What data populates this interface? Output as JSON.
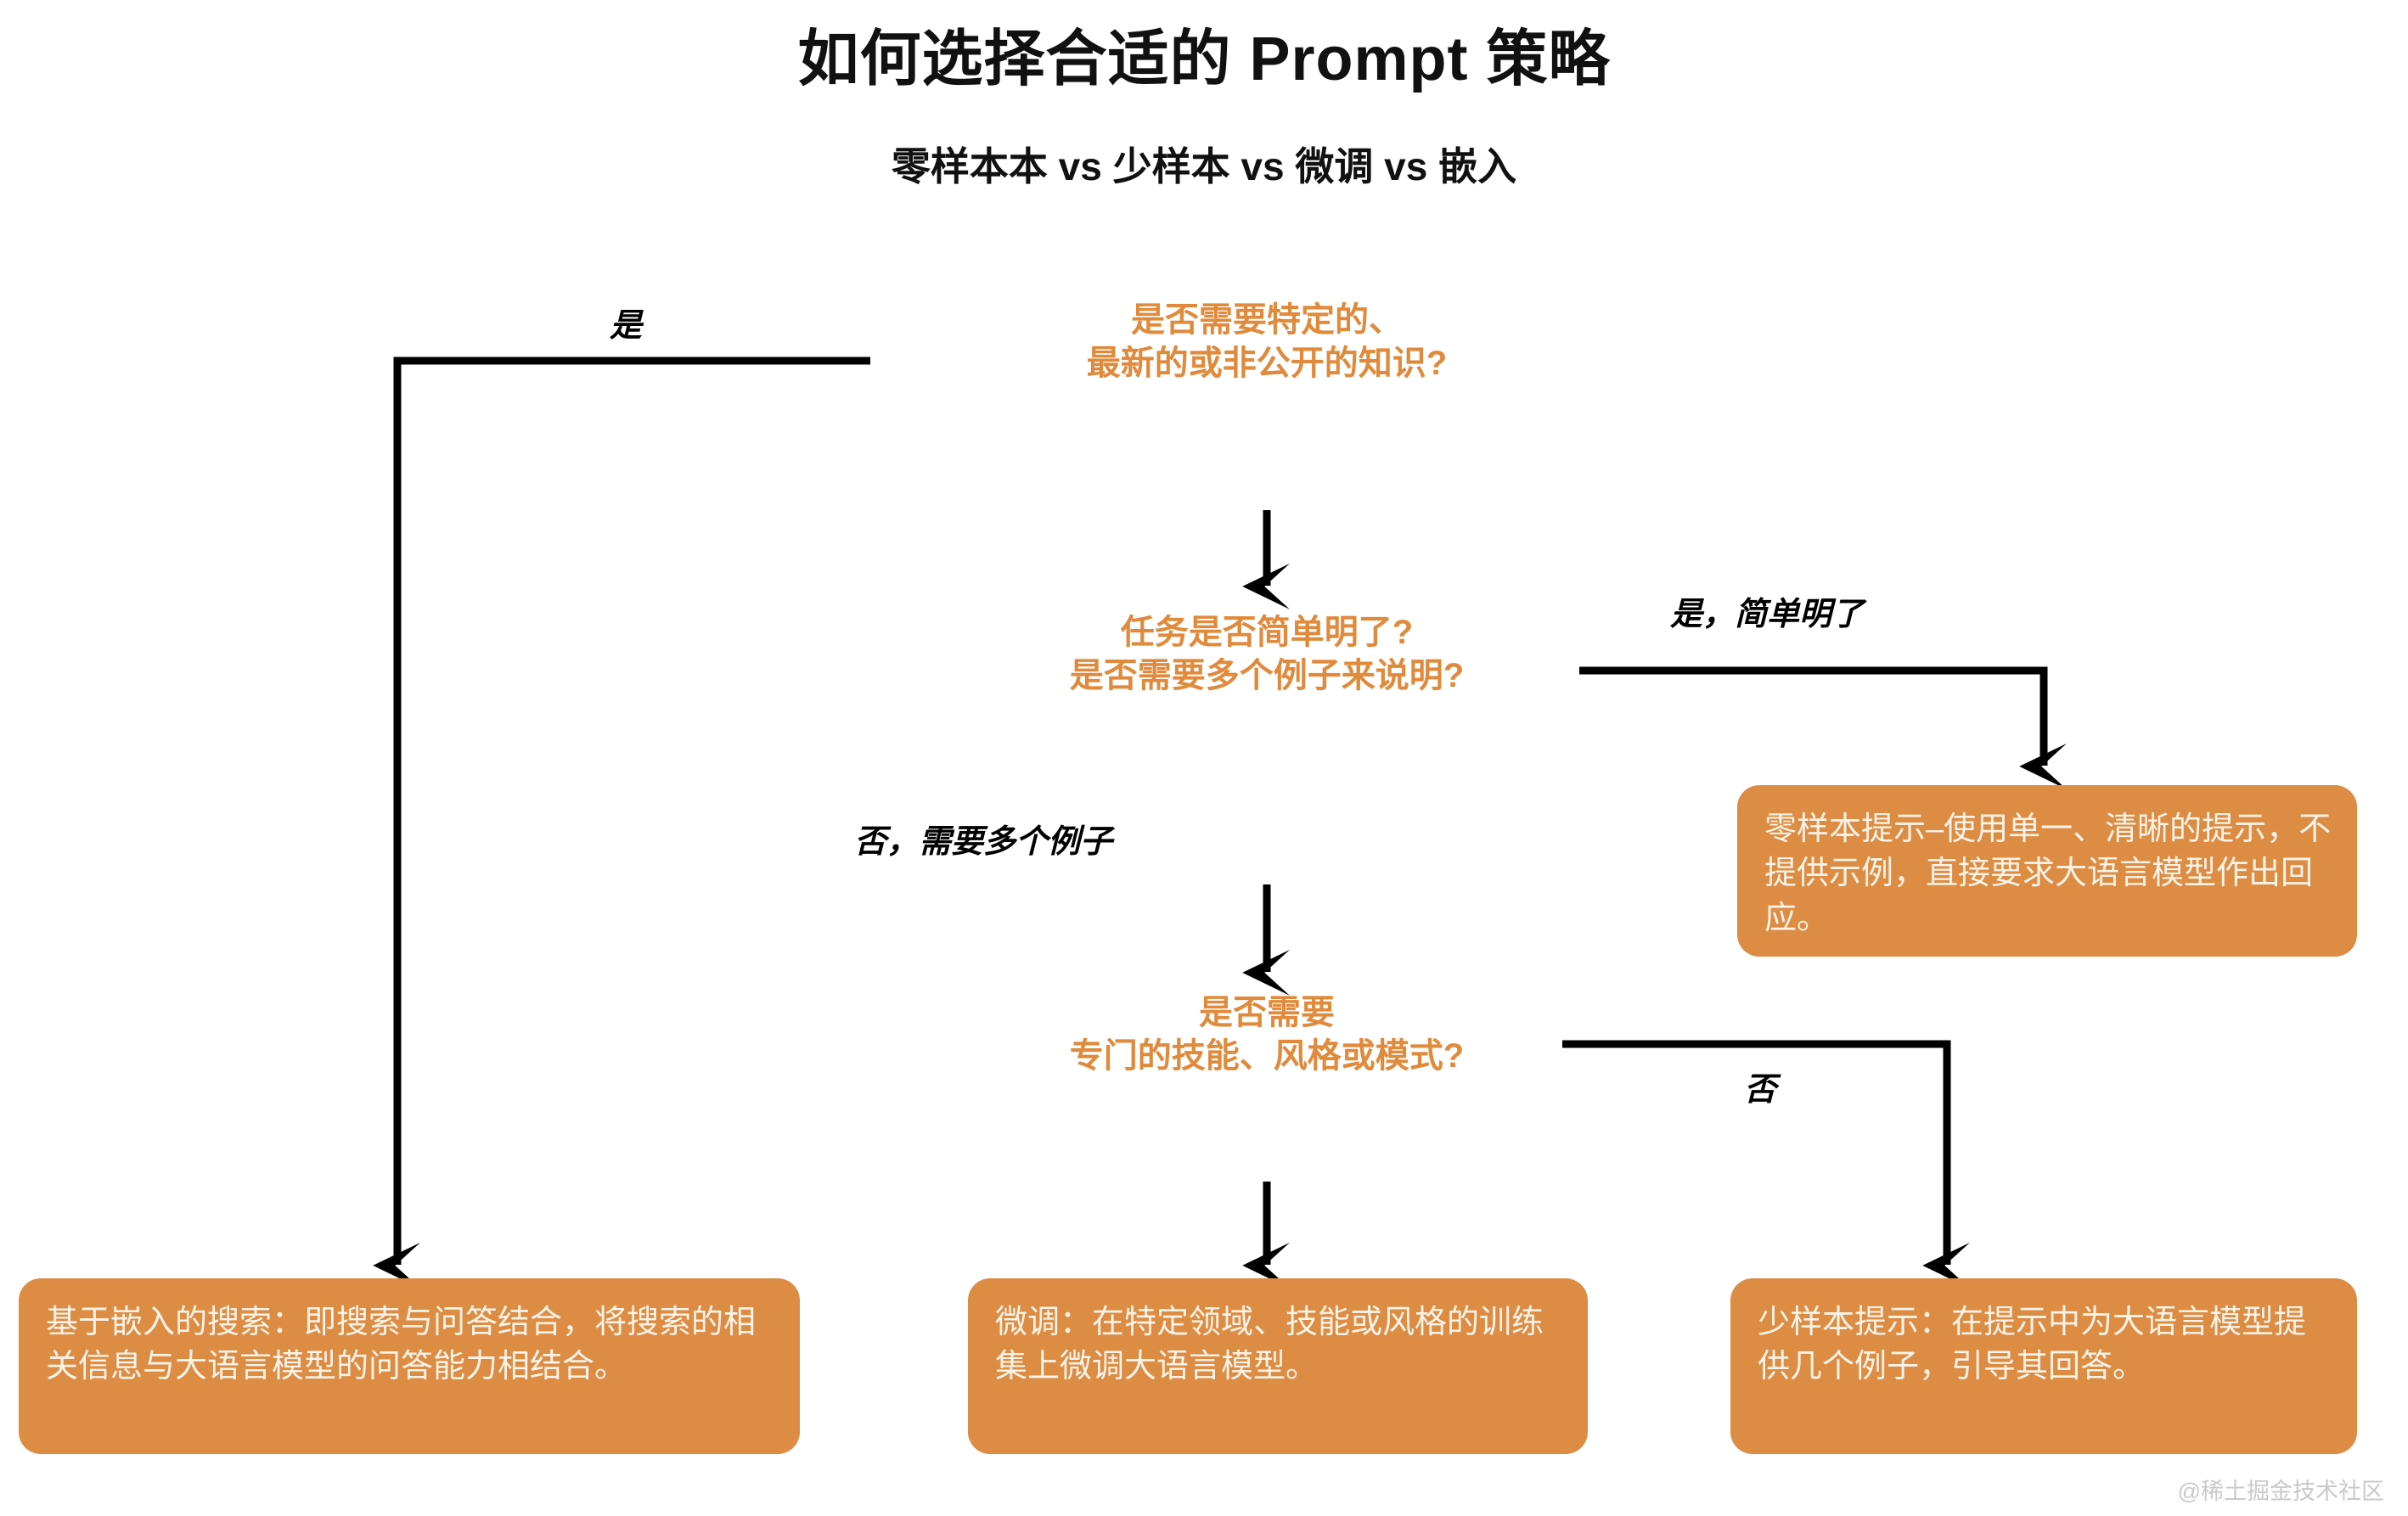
{
  "header": {
    "title": "如何选择合适的 Prompt 策略",
    "subtitle": "零样本本 vs 少样本 vs 微调 vs 嵌入"
  },
  "colors": {
    "accent_orange": "#DD8C44",
    "decision_text": "#E08A3C",
    "box_text": "#FAF3E8",
    "connector": "#000000",
    "background": "#FFFFFF"
  },
  "flow": {
    "decisions": [
      {
        "id": "knowledge",
        "text": "是否需要特定的、\n最新的或非公开的知识?"
      },
      {
        "id": "simple-task",
        "text": "任务是否简单明了?\n是否需要多个例子来说明?"
      },
      {
        "id": "special-skill",
        "text": "是否需要\n专门的技能、风格或模式?"
      }
    ],
    "results": [
      {
        "id": "zero-shot",
        "text": "零样本提示–使用单一、清晰的提示，不提供示例，直接要求大语言模型作出回应。"
      },
      {
        "id": "embedding-search",
        "text": "基于嵌入的搜索：即搜索与问答结合，将搜索的相关信息与大语言模型的问答能力相结合。"
      },
      {
        "id": "fine-tuning",
        "text": "微调：在特定领域、技能或风格的训练集上微调大语言模型。"
      },
      {
        "id": "few-shot",
        "text": "少样本提示：在提示中为大语言模型提供几个例子，引导其回答。"
      }
    ],
    "edge_labels": [
      {
        "id": "yes-knowledge",
        "text": "是"
      },
      {
        "id": "yes-simple",
        "text": "是，简单明了"
      },
      {
        "id": "no-need-examples",
        "text": "否，需要多个例子"
      },
      {
        "id": "no-special-skill",
        "text": "否"
      }
    ]
  },
  "watermark": {
    "text": "@稀土掘金技术社区"
  }
}
